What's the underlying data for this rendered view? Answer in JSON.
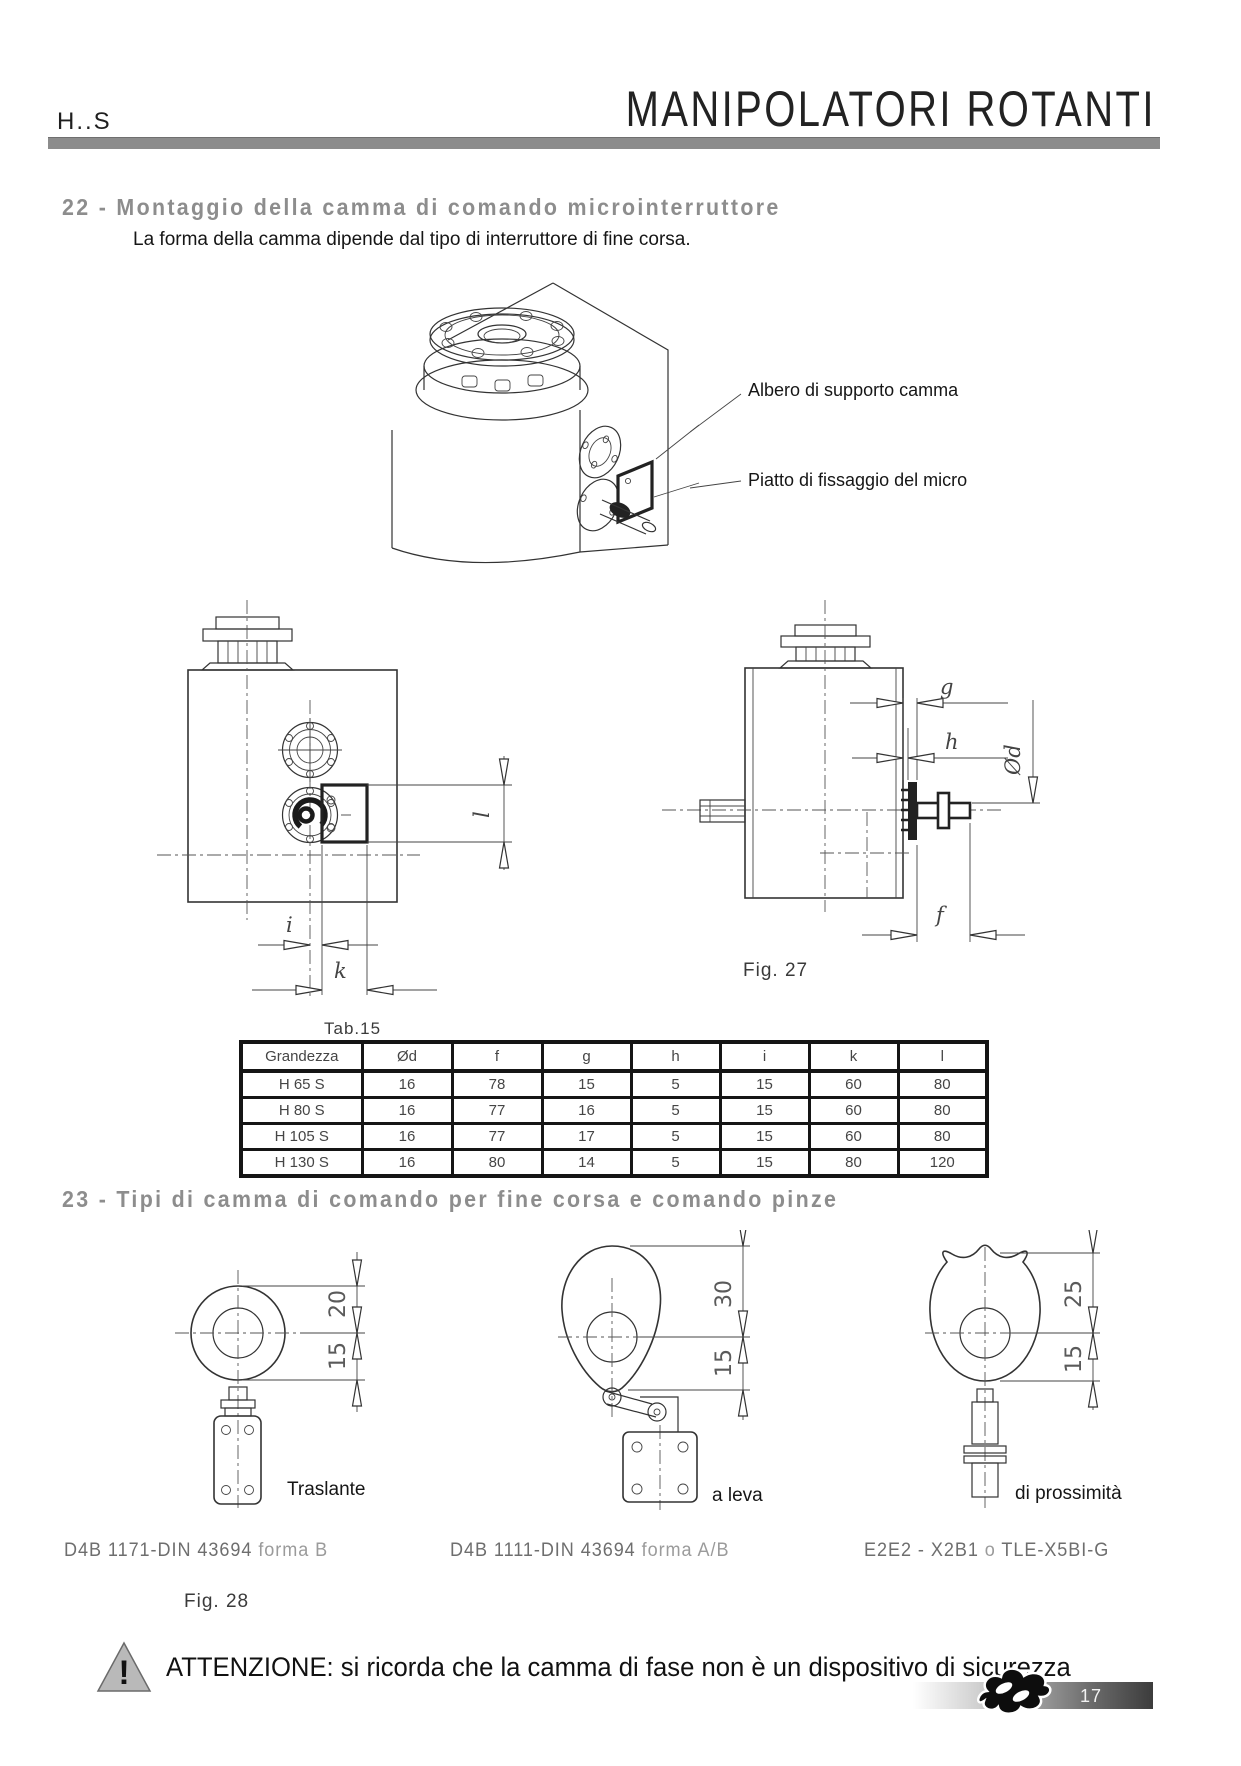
{
  "header": {
    "model_code": "H..S",
    "title": "MANIPOLATORI ROTANTI"
  },
  "section22": {
    "heading": "22 - Montaggio della camma di comando microinterruttore",
    "intro": "La forma della camma dipende dal tipo di interruttore di fine corsa.",
    "callouts": {
      "shaft": "Albero di supporto camma",
      "plate": "Piatto di fissaggio del micro"
    },
    "figure_caption": "Fig. 27",
    "dimension_labels": {
      "g": "g",
      "h": "h",
      "diameter": "Ød",
      "f": "f",
      "l": "l",
      "i": "i",
      "k": "k"
    }
  },
  "table": {
    "caption": "Tab.15",
    "headers": [
      "Grandezza",
      "Ød",
      "f",
      "g",
      "h",
      "i",
      "k",
      "l"
    ],
    "rows": [
      [
        "H 65 S",
        "16",
        "78",
        "15",
        "5",
        "15",
        "60",
        "80"
      ],
      [
        "H 80 S",
        "16",
        "77",
        "16",
        "5",
        "15",
        "60",
        "80"
      ],
      [
        "H 105 S",
        "16",
        "77",
        "17",
        "5",
        "15",
        "60",
        "80"
      ],
      [
        "H 130 S",
        "16",
        "80",
        "14",
        "5",
        "15",
        "80",
        "120"
      ]
    ]
  },
  "section23": {
    "heading": "23 - Tipi di camma di comando per fine corsa e comando pinze",
    "figure_caption": "Fig. 28",
    "cams": [
      {
        "label": "Traslante",
        "dim_upper": "20",
        "dim_lower": "15",
        "code_main": "D4B 1171-DIN 43694",
        "code_suffix": "forma B"
      },
      {
        "label": "a leva",
        "dim_upper": "30",
        "dim_lower": "15",
        "code_main": "D4B 1111-DIN 43694",
        "code_suffix": "forma A/B"
      },
      {
        "label": "di prossimità",
        "dim_upper": "25",
        "dim_lower": "15",
        "code_main": "E2E2 - X2B1",
        "code_connector": "o",
        "code_suffix": "TLE-X5BI-G"
      }
    ]
  },
  "warning": {
    "symbol": "!",
    "text": "ATTENZIONE: si ricorda che la camma di fase non è un dispositivo di sicurezza"
  },
  "footer": {
    "page_number": "17"
  }
}
